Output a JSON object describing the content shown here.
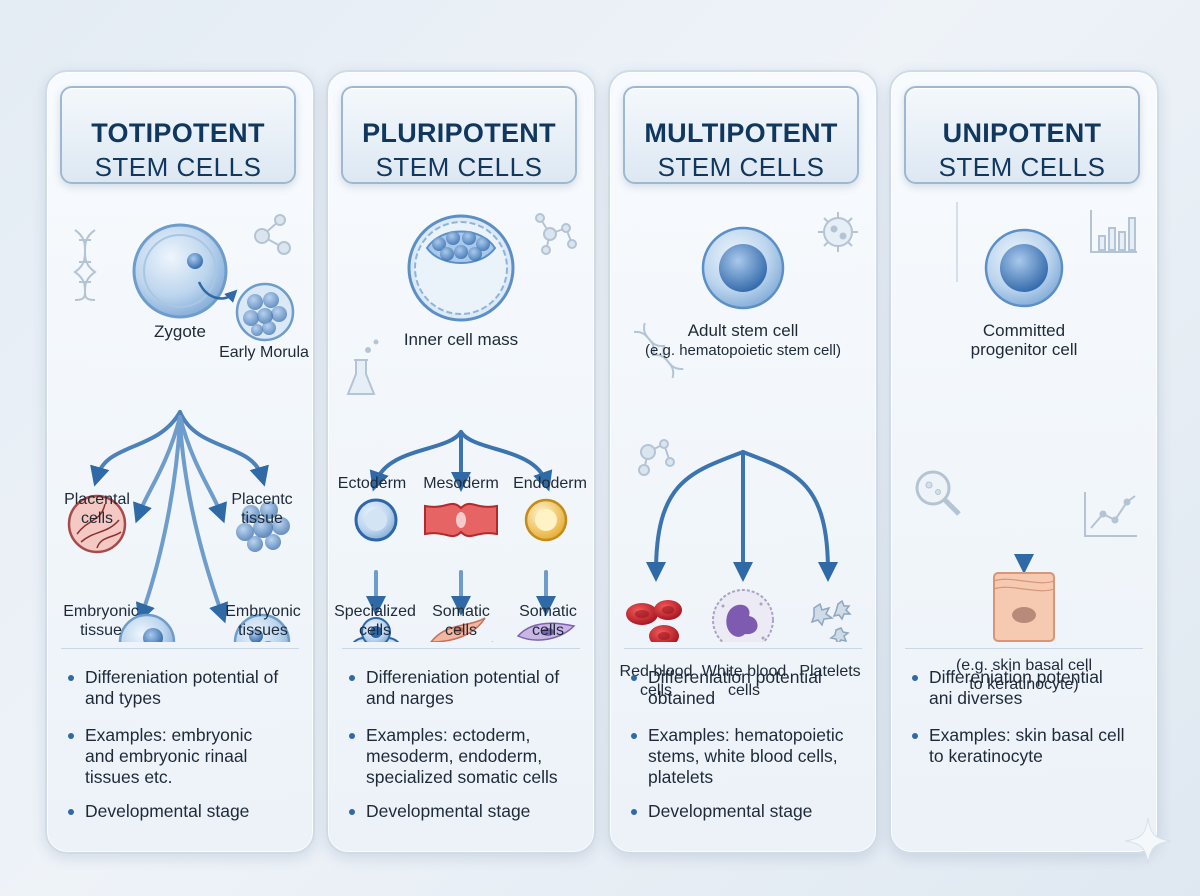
{
  "panels": [
    {
      "title_line1": "TOTIPOTENT",
      "title_line2": "STEM CELLS",
      "labels": {
        "main": "Zygote",
        "secondary": "Early Morula",
        "a1": "Placental",
        "a2": "cells",
        "b1": "Placentc",
        "b2": "tissue",
        "c1": "Embryonic",
        "c2": "tissue",
        "d1": "Embryonic",
        "d2": "tissues"
      },
      "bullets": [
        [
          "Differeniation potential of",
          "and types"
        ],
        [
          "Examples: embryonic",
          "and embryonic rinaal",
          "tissues etc."
        ],
        [
          "Developmental stage"
        ]
      ]
    },
    {
      "title_line1": "PLURIPOTENT",
      "title_line2": "STEM CELLS",
      "labels": {
        "main": "Inner cell mass",
        "a": "Ectoderm",
        "b": "Mesoderm",
        "c": "Endoderm",
        "d1": "Specialized",
        "d2": "cells",
        "e1": "Somatic",
        "e2": "cells",
        "f1": "Somatic",
        "f2": "cells"
      },
      "bullets": [
        [
          "Differeniation potential of",
          "and narges"
        ],
        [
          "Examples: ectoderm,",
          "mesoderm, endoderm,",
          "specialized somatic cells"
        ],
        [
          "Developmental stage"
        ]
      ]
    },
    {
      "title_line1": "MULTIPOTENT",
      "title_line2": "STEM CELLS",
      "labels": {
        "main1": "Adult stem cell",
        "main2": "(e.g. hematopoietic stem cell)",
        "a1": "Red blood",
        "a2": "cells",
        "b1": "White blood",
        "b2": "cells",
        "c": "Platelets"
      },
      "bullets": [
        [
          "Differeniation potential",
          "obtained"
        ],
        [
          "Examples: hematopoietic",
          "stems, white blood cells,",
          "platelets"
        ],
        [
          "Developmental stage"
        ]
      ]
    },
    {
      "title_line1": "UNIPOTENT",
      "title_line2": "STEM CELLS",
      "labels": {
        "main1": "Committed",
        "main2": "progenitor cell",
        "a1": "(e.g. skin basal cell",
        "a2": "to keratinocyte)"
      },
      "bullets": [
        [
          "Differeniation potential",
          "ani diverses"
        ],
        [
          "Examples: skin basal cell",
          "to keratinocyte"
        ]
      ]
    }
  ],
  "colors": {
    "title_text": "#10375e",
    "arrow": "#2f6aa6",
    "bullet": "#2f6aa6",
    "cell_blue": "#5b93cc",
    "red_cell": "#c8202c",
    "white_cell": "#7e5bb0",
    "endoderm": "#f0c040",
    "keratinocyte": "#f3c1a8"
  },
  "icons": [
    "dna-icon",
    "molecule-icon",
    "flask-icon",
    "virus-icon",
    "bar-chart-icon",
    "magnifier-icon",
    "line-chart-icon",
    "sparkle-icon"
  ]
}
